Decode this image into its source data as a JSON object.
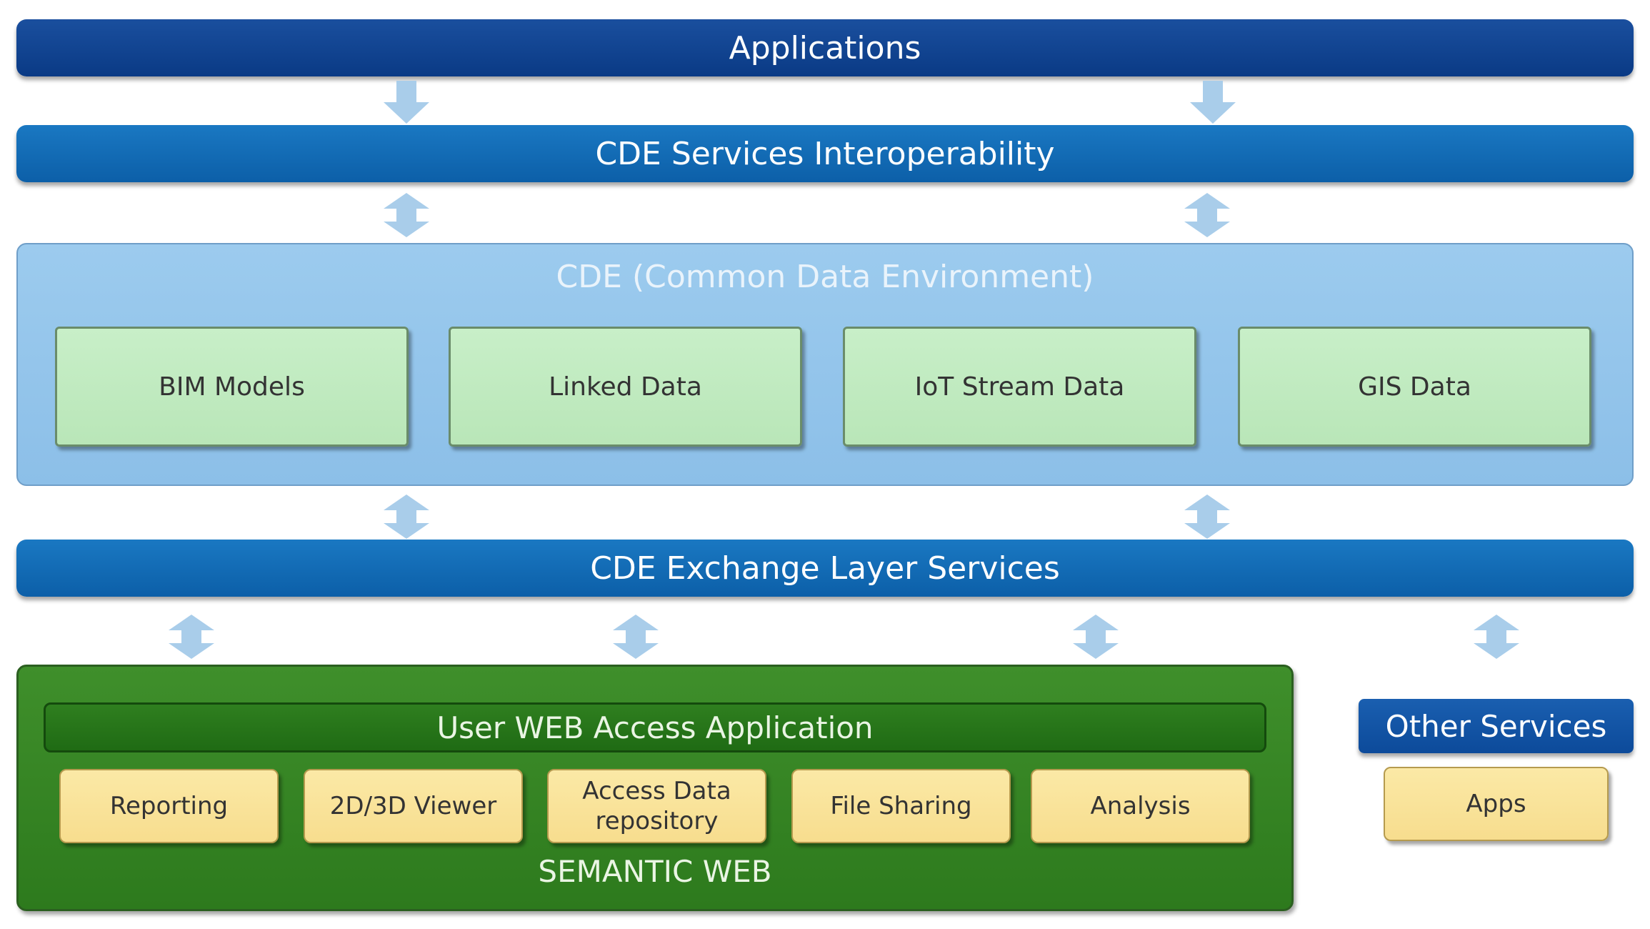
{
  "layers": {
    "applications": "Applications",
    "services_interoperability": "CDE Services Interoperability",
    "cde_title": "CDE (Common Data Environment)",
    "exchange_layer": "CDE Exchange Layer Services"
  },
  "cde_components": [
    "BIM Models",
    "Linked Data",
    "IoT Stream Data",
    "GIS Data"
  ],
  "semantic_web": {
    "user_access": "User WEB Access Application",
    "modules": [
      "Reporting",
      "2D/3D Viewer",
      "Access Data repository",
      "File Sharing",
      "Analysis"
    ],
    "label": "SEMANTIC WEB"
  },
  "other_services": {
    "title": "Other Services",
    "apps": "Apps"
  },
  "colors": {
    "dark_blue": "#0a3a85",
    "mid_blue": "#0c5fa8",
    "light_blue": "#9ccbee",
    "green_box": "#c8efc8",
    "semantic_green": "#2d7a1d",
    "yellow_box": "#f7dd8e",
    "arrow": "#a9cdea"
  }
}
